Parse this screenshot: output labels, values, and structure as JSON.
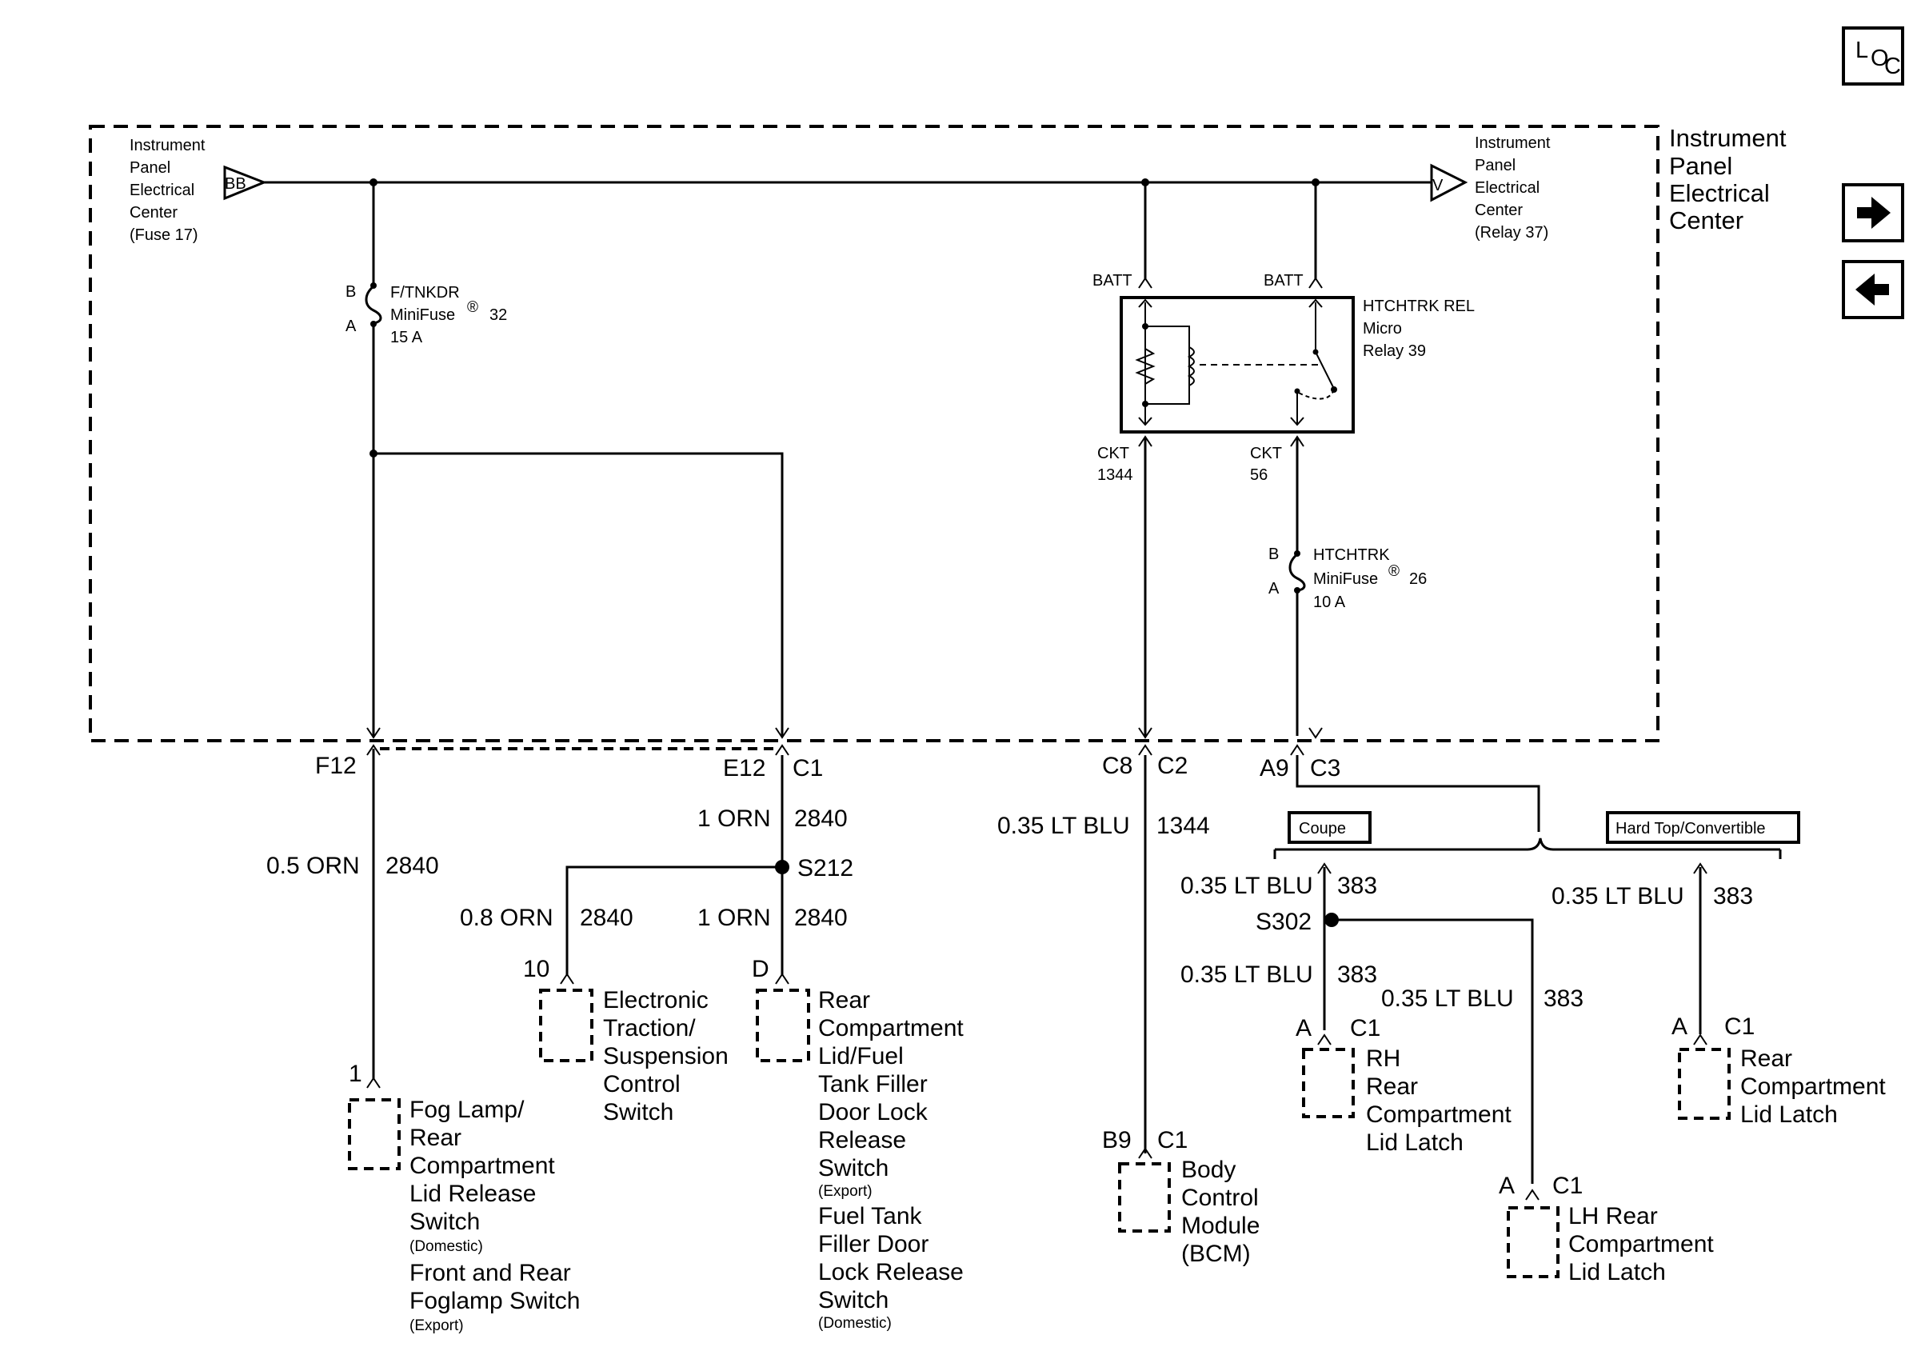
{
  "nav": {
    "loc_l": "L",
    "loc_o": "O",
    "loc_c": "C",
    "next_icon": "arrow-right-icon",
    "prev_icon": "arrow-left-icon"
  },
  "ipec": {
    "title": [
      "Instrument",
      "Panel",
      "Electrical",
      "Center"
    ],
    "left_source": [
      "Instrument",
      "Panel",
      "Electrical",
      "Center",
      "(Fuse 17)"
    ],
    "left_terminal": "BB",
    "right_source": [
      "Instrument",
      "Panel",
      "Electrical",
      "Center",
      "(Relay 37)"
    ],
    "right_terminal": "V"
  },
  "fuse32": {
    "pin_b": "B",
    "pin_a": "A",
    "lines": [
      "F/TNKDR",
      "MiniFuse",
      "32",
      "15 A"
    ],
    "reg": "®"
  },
  "relay": {
    "batt1": "BATT",
    "batt2": "BATT",
    "lines": [
      "HTCHTRK REL",
      "Micro",
      "Relay 39"
    ],
    "ckt1": [
      "CKT",
      "1344"
    ],
    "ckt2": [
      "CKT",
      "56"
    ]
  },
  "fuse26": {
    "pin_b": "B",
    "pin_a": "A",
    "lines": [
      "HTCHTRK",
      "MiniFuse",
      "26",
      "10 A"
    ],
    "reg": "®"
  },
  "connectors": {
    "f12": "F12",
    "e12": "E12",
    "c1": "C1",
    "c8": "C8",
    "c2": "C2",
    "a9": "A9",
    "c3": "C3"
  },
  "wires": {
    "w1_size": "0.5 ORN",
    "w1_ckt": "2840",
    "w2_size": "1 ORN",
    "w2_ckt": "2840",
    "w3_size": "0.8 ORN",
    "w3_ckt": "2840",
    "w4_size": "1 ORN",
    "w4_ckt": "2840",
    "w5_size": "0.35 LT BLU",
    "w5_ckt": "1344",
    "w6_size": "0.35 LT BLU",
    "w6_ckt": "383",
    "w7_size": "0.35 LT BLU",
    "w7_ckt": "383",
    "w8_size": "0.35 LT BLU",
    "w8_ckt": "383",
    "w9_size": "0.35 LT BLU",
    "w9_ckt": "383"
  },
  "splices": {
    "s212": "S212",
    "s302": "S302"
  },
  "options": {
    "coupe": "Coupe",
    "hardtop": "Hard Top/Convertible"
  },
  "components": {
    "fog": {
      "pin": "1",
      "lines": [
        "Fog Lamp/",
        "Rear",
        "Compartment",
        "Lid Release",
        "Switch"
      ],
      "note1": "(Domestic)",
      "lines2": [
        "Front and Rear",
        "Foglamp Switch"
      ],
      "note2": "(Export)"
    },
    "etsc": {
      "pin": "10",
      "lines": [
        "Electronic",
        "Traction/",
        "Suspension",
        "Control",
        "Switch"
      ]
    },
    "rear_lid": {
      "pin": "D",
      "lines": [
        "Rear",
        "Compartment",
        "Lid/Fuel",
        "Tank Filler",
        "Door Lock",
        "Release",
        "Switch"
      ],
      "note1": "(Export)",
      "lines2": [
        "Fuel Tank",
        "Filler Door",
        "Lock Release",
        "Switch"
      ],
      "note2": "(Domestic)"
    },
    "bcm": {
      "pin": "B9",
      "conn": "C1",
      "lines": [
        "Body",
        "Control",
        "Module",
        "(BCM)"
      ]
    },
    "rh_latch": {
      "pin": "A",
      "conn": "C1",
      "lines": [
        "RH",
        "Rear",
        "Compartment",
        "Lid Latch"
      ]
    },
    "lh_latch": {
      "pin": "A",
      "conn": "C1",
      "lines": [
        "LH Rear",
        "Compartment",
        "Lid Latch"
      ]
    },
    "latch": {
      "pin": "A",
      "conn": "C1",
      "lines": [
        "Rear",
        "Compartment",
        "Lid Latch"
      ]
    }
  }
}
